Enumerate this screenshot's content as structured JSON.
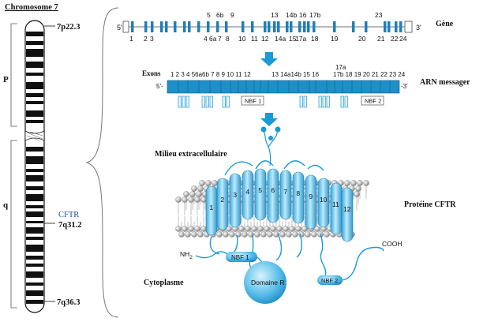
{
  "chromosome": {
    "title": "Chromosome 7",
    "arm_p": "P",
    "arm_q": "q",
    "band_top": "7p22.3",
    "band_cftr_label": "CFTR",
    "band_cftr": "7q31.2",
    "band_bottom": "7q36.3"
  },
  "gene": {
    "label": "Gène",
    "five_prime": "5'",
    "three_prime": "3'",
    "exons_top": [
      "5",
      "6b",
      "9",
      "13",
      "14b",
      "16",
      "17b",
      "23"
    ],
    "exons_bottom": [
      "1",
      "2",
      "3",
      "4",
      "6a",
      "7",
      "8",
      "10",
      "11",
      "12",
      "14a",
      "15",
      "17a",
      "18",
      "19",
      "20",
      "21",
      "22",
      "24"
    ]
  },
  "mrna": {
    "exons_label": "Exons",
    "numbers": "1 2 3  4    56a6b  7  8  9 10 11 12",
    "numbers2": "13  14a14b 15 16",
    "numbers3": "17b 18 19 20 21 22 23 24",
    "label_17a": "17a",
    "label": "ARN messager",
    "five_prime": "5'-",
    "three_prime": "-3'",
    "nbf1": "NBF 1",
    "nbf2": "NBF 2"
  },
  "protein": {
    "extracellular": "Milieu extracellulaire",
    "label": "Protéine CFTR",
    "cytoplasm": "Cytoplasme",
    "nh2": "NH",
    "nh2_sub": "2",
    "cooh": "COOH",
    "nbf1": "NBF 1",
    "nbf2": "NBF 2",
    "domain_r": "Domaine R",
    "helices": [
      "1",
      "2",
      "3",
      "4",
      "5",
      "6",
      "7",
      "8",
      "9",
      "10",
      "11",
      "12"
    ]
  },
  "colors": {
    "exon_blue": "#1f7fb8",
    "arrow_blue": "#1a9ad6",
    "protein_light": "#9fdcf2",
    "protein_mid": "#45b3e3",
    "cftr_text": "#1f4fa0"
  }
}
